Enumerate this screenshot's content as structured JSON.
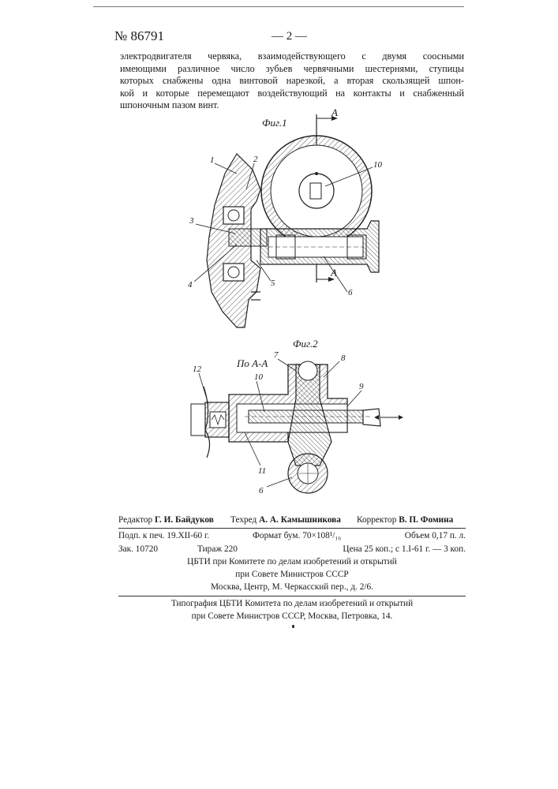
{
  "header": {
    "patent_number": "№ 86791",
    "page_number": "— 2 —"
  },
  "body_lines": [
    "электродвигателя червяка, взаимодействующего с двумя соосными",
    "имеющими различное число зубьев червячными шестернями, ступицы",
    "которых снабжены одна винтовой нарезкой, а вторая скользящей шпон-",
    "кой и которые перемещают воздействующий на контакты и снабженный",
    "шпоночным пазом винт."
  ],
  "figure1": {
    "title": "Фиг.1",
    "section_mark_top": "А",
    "section_mark_bottom": "А",
    "callouts": [
      "1",
      "2",
      "3",
      "4",
      "5",
      "6",
      "10"
    ]
  },
  "figure2": {
    "title": "Фиг.2",
    "section_label": "По А-А",
    "callouts": [
      "12",
      "7",
      "8",
      "10",
      "9",
      "11",
      "6"
    ]
  },
  "credits": {
    "editor_label": "Редактор",
    "editor_name": "Г. И. Байдуков",
    "techred_label": "Техред",
    "techred_name": "А. А. Камышникова",
    "corrector_label": "Корректор",
    "corrector_name": "В. П. Фомина",
    "signed": "Подп. к печ. 19.XII-60 г.",
    "format": "Формат бум. 70×108¹/₁₆",
    "volume": "Объем 0,17 п. л.",
    "order": "Зак. 10720",
    "print_run": "Тираж 220",
    "price": "Цена 25 коп.; с 1.I-61 г. — 3 коп.",
    "publisher_line1": "ЦБТИ при Комитете по делам изобретений и открытий",
    "publisher_line2": "при Совете Министров СССР",
    "publisher_line3": "Москва, Центр, М. Черкасский пер., д. 2/6.",
    "printer_line1": "Типография ЦБТИ Комитета по делам изобретений и открытий",
    "printer_line2": "при Совете Министров СССР, Москва, Петровка, 14."
  }
}
